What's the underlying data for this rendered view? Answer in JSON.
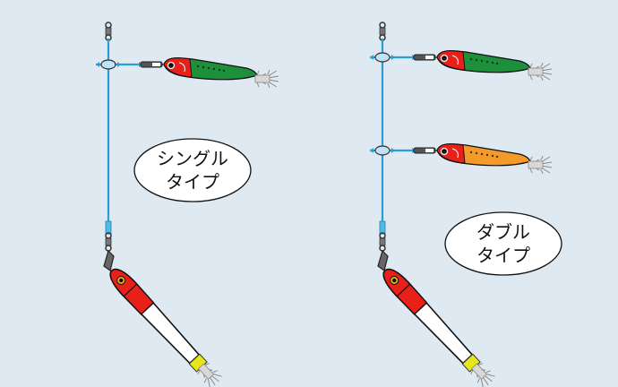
{
  "diagram": {
    "background": "#dfe9f1",
    "line_color": "#2a9fd6",
    "rigs": [
      {
        "id": "single",
        "label_line1": "シングル",
        "label_line2": "タイプ",
        "branch_jigs": [
          {
            "body_color": "#1e8f3a",
            "head_color": "#e8201a"
          }
        ],
        "bottom_jig": {
          "head_color": "#e8201a",
          "body_color": "#ffffff",
          "tail_color": "#e6e619"
        }
      },
      {
        "id": "double",
        "label_line1": "ダブル",
        "label_line2": "タイプ",
        "branch_jigs": [
          {
            "body_color": "#1e8f3a",
            "head_color": "#e8201a"
          },
          {
            "body_color": "#f39a2a",
            "head_color": "#e8201a"
          }
        ],
        "bottom_jig": {
          "head_color": "#e8201a",
          "body_color": "#ffffff",
          "tail_color": "#e6e619"
        }
      }
    ]
  }
}
